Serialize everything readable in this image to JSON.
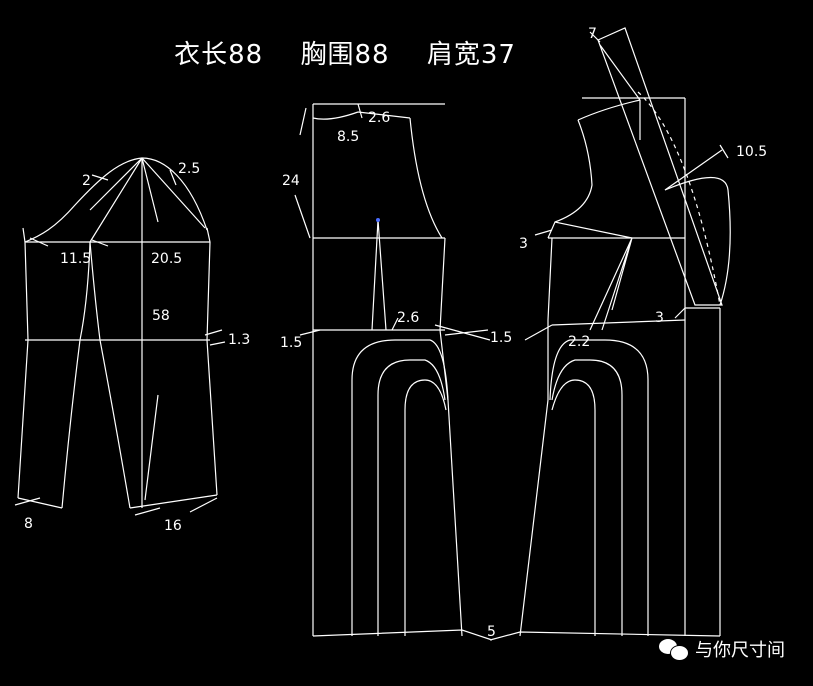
{
  "title": {
    "length": "衣长88",
    "bust": "胸围88",
    "shoulder": "肩宽37"
  },
  "labels": {
    "sleeve_cap_left": "2",
    "sleeve_cap_right": "2.5",
    "sleeve_left_half": "11.5",
    "sleeve_right_half": "20.5",
    "sleeve_length": "58",
    "sleeve_elbow": "1.3",
    "sleeve_cuff_left": "8",
    "sleeve_cuff_right": "16",
    "back_neck_rise": "2.6",
    "back_neck_width": "8.5",
    "back_shoulder_slope": "24",
    "back_dart": "2.6",
    "back_waist_side": "1.5",
    "back_waist_center": "1.5",
    "front_shoulder": "7",
    "collar": "10.5",
    "front_armhole": "3",
    "front_dart": "2.2",
    "front_waist": "3",
    "hem": "5"
  },
  "watermark": "与你尺寸间"
}
